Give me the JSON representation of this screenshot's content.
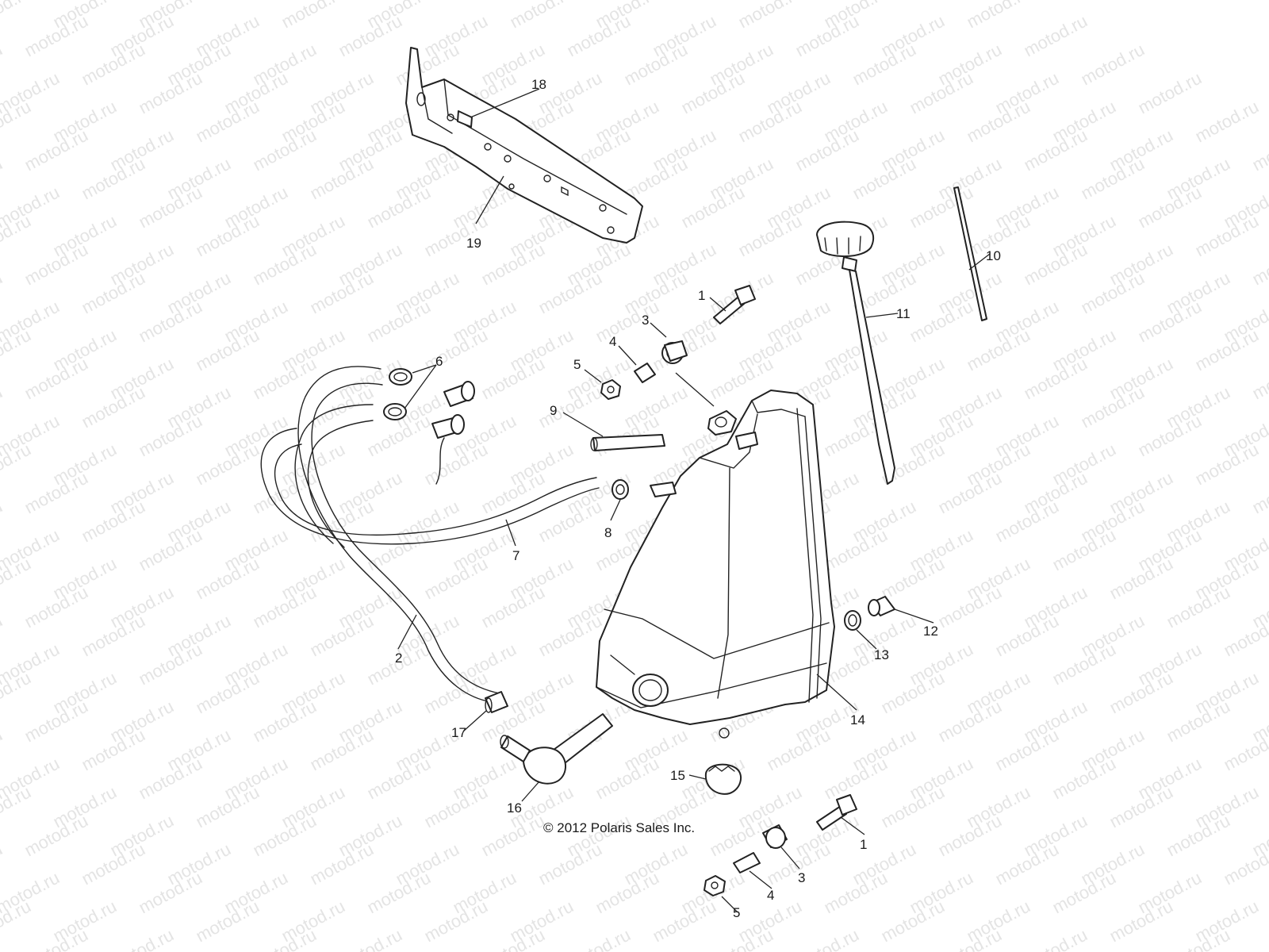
{
  "watermark": "motod.ru",
  "copyright": "© 2012 Polaris Sales Inc.",
  "callouts": {
    "c1a": "1",
    "c1b": "1",
    "c2": "2",
    "c3a": "3",
    "c3b": "3",
    "c4a": "4",
    "c4b": "4",
    "c5a": "5",
    "c5b": "5",
    "c6": "6",
    "c7": "7",
    "c8": "8",
    "c9": "9",
    "c10": "10",
    "c11": "11",
    "c12": "12",
    "c13": "13",
    "c14": "14",
    "c15": "15",
    "c16": "16",
    "c17": "17",
    "c18": "18",
    "c19": "19"
  }
}
